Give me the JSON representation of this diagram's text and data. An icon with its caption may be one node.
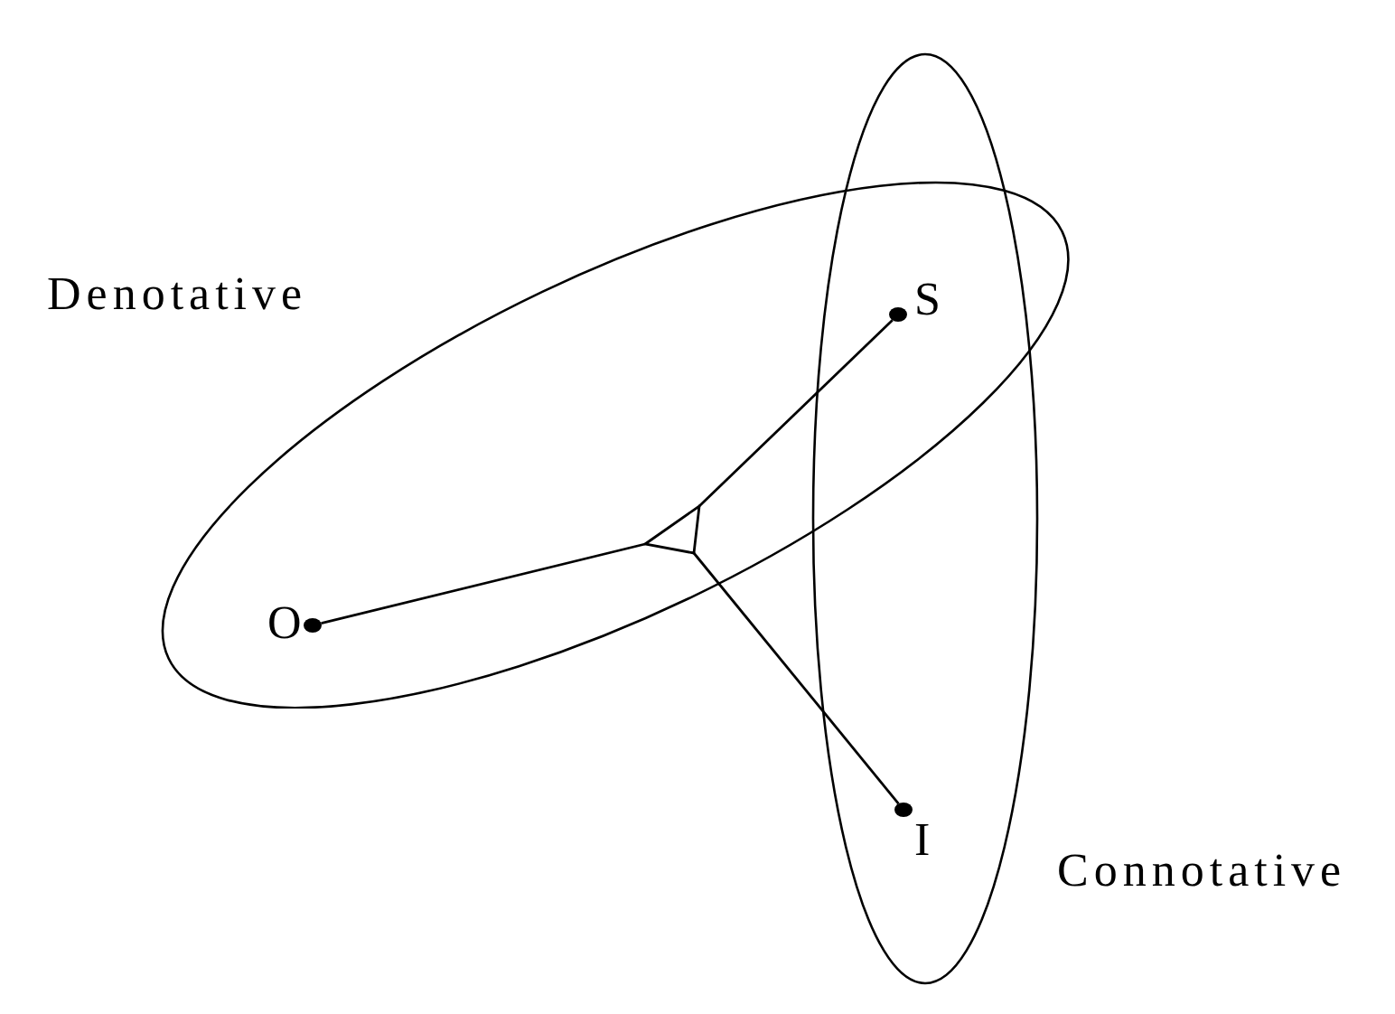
{
  "diagram": {
    "nodes": [
      {
        "text": [
          "Denotative"
        ]
      },
      {
        "text": [
          "O"
        ],
        "in": 0
      },
      {
        "text": [],
        "shape": "triangle",
        "in": 0
      },
      {
        "text": [
          "S"
        ]
      },
      {
        "text": [
          "Connotative"
        ]
      },
      {
        "text": [
          "I"
        ],
        "in": 4
      }
    ],
    "edges": [
      {
        "from": 1,
        "to": 2,
        "arrow": "none"
      },
      {
        "from": 3,
        "to": 2,
        "arrow": "none"
      },
      {
        "from": 5,
        "to": 2,
        "arrow": "none"
      }
    ]
  }
}
